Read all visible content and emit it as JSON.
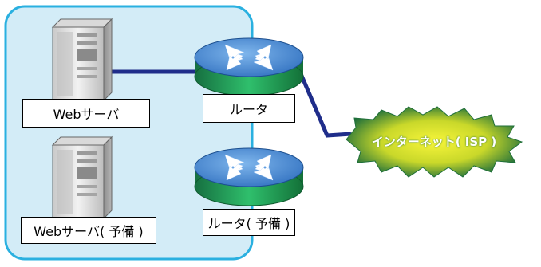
{
  "nodes": {
    "web_server": {
      "label": "Webサーバ"
    },
    "web_server_backup": {
      "label": "Webサーバ( 予備 )"
    },
    "router": {
      "label": "ルータ"
    },
    "router_backup": {
      "label": "ルータ( 予備 )"
    },
    "internet": {
      "label": "インターネット( ISP )"
    }
  },
  "colors": {
    "zone_fill": "#d3ecf7",
    "zone_border": "#2ab0e0",
    "link": "#1f2d8a",
    "router_top": "#4b8bd3",
    "router_side": "#1f9e5a",
    "cloud_outer": "#1f6f3a",
    "cloud_inner": "#f2ee2e"
  }
}
